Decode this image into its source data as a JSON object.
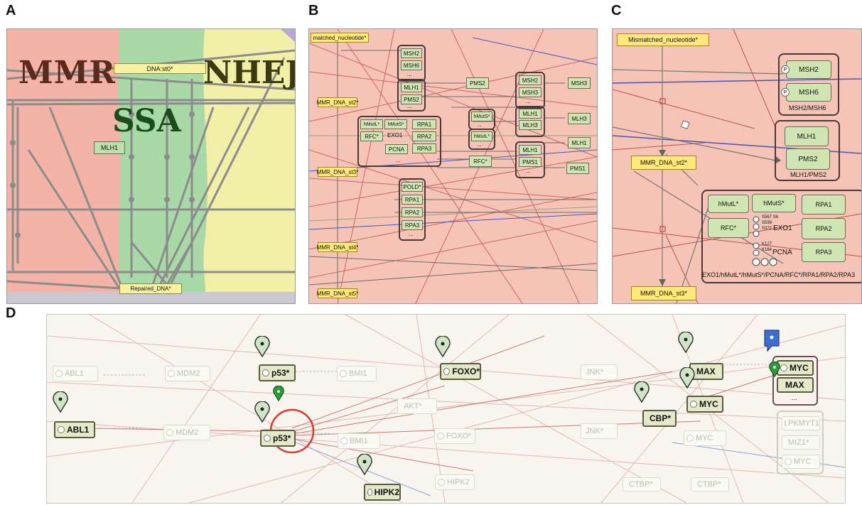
{
  "panel_labels": {
    "a": "A",
    "b": "B",
    "c": "C",
    "d": "D"
  },
  "panel_a": {
    "region_labels": {
      "mmr": "MMR",
      "nhej": "NHEJ",
      "ssa": "SSA"
    },
    "nodes": {
      "start": "DNA:st0*",
      "mlh1": "MLH1",
      "end": "Repaired_DNA*"
    },
    "colors": {
      "mmr": "#f3b3a6",
      "ssa": "#a9d9a6",
      "nhej": "#f2f0a8"
    }
  },
  "panel_b": {
    "states": [
      "matched_nucleotide*",
      "MMR_DNA_st2*",
      "MMR_DNA_st3*",
      "MMR_DNA_st4*",
      "MMR_DNA_st5*"
    ],
    "nodes": {
      "msh2": "MSH2",
      "msh6": "MSH6",
      "more1": "...",
      "mlh1_a": "MLH1",
      "pms2_a": "PMS2",
      "more2": "...",
      "pms2_b": "PMS2",
      "msh2_b": "MSH2",
      "msh3_b": "MSH3",
      "more3": "...",
      "msh3_c": "MSH3",
      "hmuts_a": "hMutS*",
      "more4": "...",
      "mlh1_d": "MLH1",
      "mlh3_d": "MLH3",
      "mlh3_e": "MLH3",
      "hmutl_a": "hMutL*",
      "more5": "...",
      "mlh1_f": "MLH1",
      "rfc_a": "RFC*",
      "mlh1_g": "MLH1",
      "pms1_g": "PMS1",
      "more6": "...",
      "pms1_h": "PMS1",
      "hmutl_b": "hMutL*",
      "hmuts_b": "hMutS*",
      "rpa1": "RPA1",
      "rfc_b": "RFC*",
      "exo1": "EXO1",
      "rpa2": "RPA2",
      "pcna": "PCNA",
      "rpa3": "RPA3",
      "more7": "...",
      "pold": "POLD*",
      "rpa1_b": "RPA1",
      "rpa2_b": "RPA2",
      "rpa3_b": "RPA3",
      "more8": "..."
    }
  },
  "panel_c": {
    "states": [
      "Mismatched_nucleotide*",
      "MMR_DNA_st2*",
      "MMR_DNA_st3*"
    ],
    "complex1": {
      "a": "MSH2",
      "b": "MSH6",
      "p1": "P",
      "p2": "P",
      "caption": "MSH2/MSH6"
    },
    "complex2": {
      "a": "MLH1",
      "b": "PMS2",
      "caption": "MLH1/PMS2"
    },
    "complex3": {
      "hmutl": "hMutL*",
      "hmuts": "hMutS*",
      "rpa1": "RPA1",
      "rfc": "RFC*",
      "exo1": "EXO1",
      "rpa2": "RPA2",
      "pcna": "PCNA",
      "rpa3": "RPA3",
      "sites1": "S567 S6",
      "sites2": "S598",
      "sites3": "S372",
      "sites4": "K127",
      "sites5": "K164",
      "caption": "EXO1/hMutL*/hMutS*/PCNA/RFC*/RPA1/RPA2/RPA3"
    }
  },
  "panel_d": {
    "faded": {
      "abl1_top": "ABL1",
      "mdm2_top": "MDM2",
      "bmi1_top": "BMI1",
      "jnk_top": "JNK*",
      "akt": "AKT*",
      "mdm2_bot": "MDM2",
      "bmi1_bot": "BMI1",
      "foxo_bot": "FOXO*",
      "jnk_bot": "JNK*",
      "myc_bot": "MYC",
      "hipk2_faded": "HIPK2",
      "ctbp1": "CTBP*",
      "ctbp2": "CTBP*",
      "pkmyt1": "PKMYT1",
      "miz1": "MIZ1*",
      "myc_right": "MYC"
    },
    "active": {
      "p53_top": "p53*",
      "foxo_top": "FOXO*",
      "max": "MAX",
      "abl1": "ABL1",
      "p53_bot": "p53*",
      "cbp": "CBP*",
      "myc": "MYC",
      "hipk2": "HIPK2",
      "complex_myc": "MYC",
      "complex_max": "MAX",
      "complex_more": "..."
    }
  }
}
